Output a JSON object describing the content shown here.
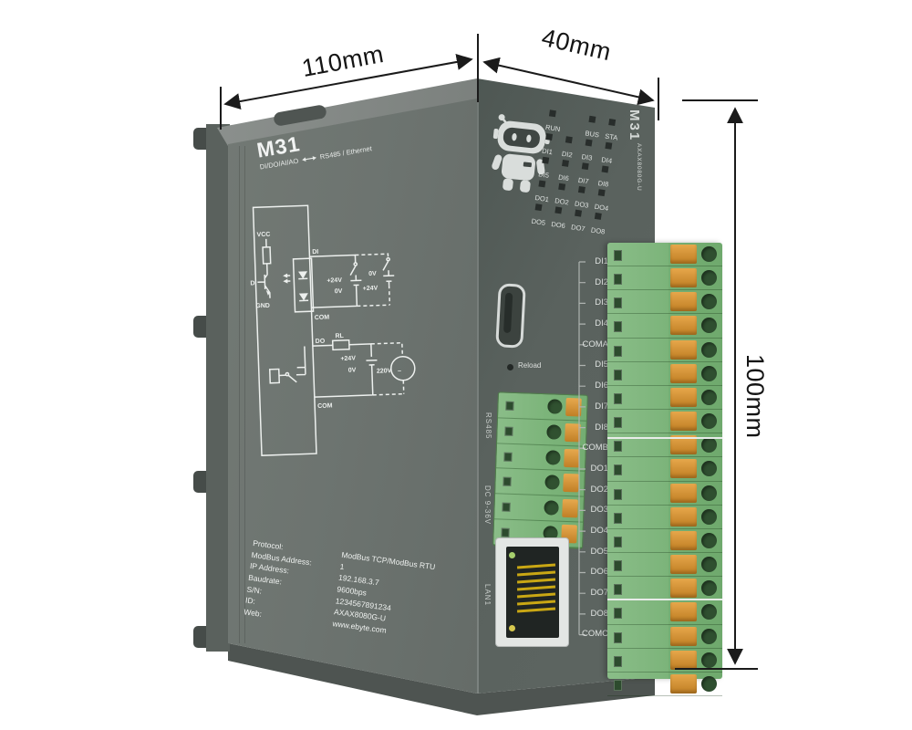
{
  "dimensions": {
    "width": "110mm",
    "depth": "40mm",
    "height": "100mm"
  },
  "side_panel": {
    "title": "M31",
    "subtitle_left": "DI/DO/AI/AO",
    "subtitle_right": "RS485 / Ethernet",
    "circuit": {
      "vcc": "VCC",
      "di_input": "DI",
      "gnd": "GND",
      "di_bus": "DI",
      "com_top": "COM",
      "v24_a": "+24V",
      "v0_a": "0V",
      "v0_b": "0V",
      "v24_b": "+24V",
      "do_bus": "DO",
      "rl": "RL",
      "v24_c": "+24V",
      "v0_c": "0V",
      "v220": "220V",
      "com_bottom": "COM"
    },
    "info": {
      "rows": [
        {
          "label": "Protocol:",
          "value": "ModBus TCP/ModBus RTU"
        },
        {
          "label": "ModBus Address:",
          "value": "1"
        },
        {
          "label": "IP Address:",
          "value": "192.168.3.7"
        },
        {
          "label": "Baudrate:",
          "value": "9600bps"
        },
        {
          "label": "S/N:",
          "value": "1234567891234"
        },
        {
          "label": "ID:",
          "value": "AXAX8080G-U"
        },
        {
          "label": "Web:",
          "value": "www.ebyte.com"
        }
      ]
    }
  },
  "front_panel": {
    "model": "M31",
    "model_code": "AXAX8080G-U",
    "led_rows": [
      [
        "RUN",
        "",
        "BUS",
        "STA"
      ],
      [
        "DI1",
        "DI2",
        "DI3",
        "DI4"
      ],
      [
        "DI5",
        "DI6",
        "DI7",
        "DI8"
      ],
      [
        "DO1",
        "DO2",
        "DO3",
        "DO4"
      ],
      [
        "DO5",
        "DO6",
        "DO7",
        "DO8"
      ]
    ],
    "reload_label": "Reload",
    "rs485_label": "RS485",
    "power_label": "DC 9-36V",
    "lan_label": "LAN1",
    "terminals": [
      "DI1",
      "DI2",
      "DI3",
      "DI4",
      "COMA",
      "DI5",
      "DI6",
      "DI7",
      "DI8",
      "COMB",
      "DO1",
      "DO2",
      "DO3",
      "DO4",
      "DO5",
      "DO6",
      "DO7",
      "DO8",
      "COMC"
    ]
  },
  "colors": {
    "body": "#6d7470",
    "front": "#5a625e",
    "top_face": "#868b88",
    "terminal_green": "#7cb47a",
    "lever_orange": "#dd9b3b",
    "silkscreen": "#eef1ef",
    "dimension_ink": "#1b1b1b"
  }
}
